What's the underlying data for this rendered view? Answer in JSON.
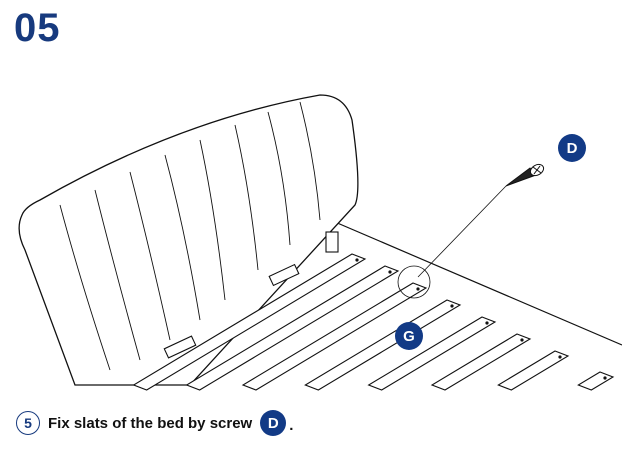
{
  "step": {
    "number": "05"
  },
  "instruction": {
    "substep": "5",
    "text": "Fix slats of the bed by screw",
    "part_ref": "D",
    "period": "."
  },
  "illustration": {
    "part_labels": {
      "screw": "D",
      "slat": "G"
    },
    "accent_color": "#123a86"
  }
}
